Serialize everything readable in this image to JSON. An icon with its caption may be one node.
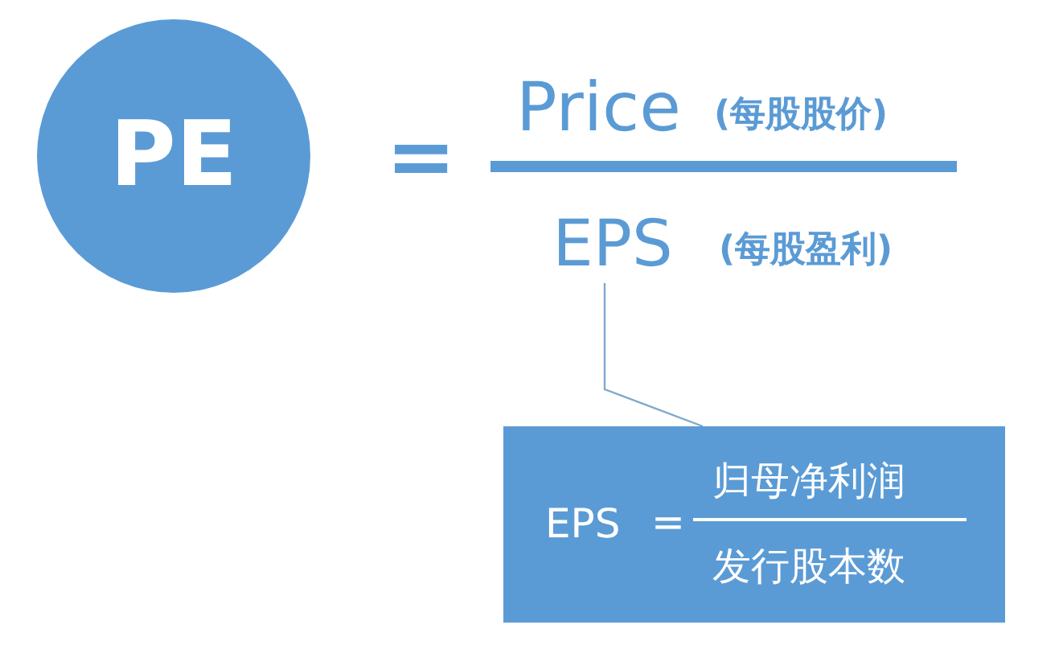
{
  "diagram": {
    "nodes": [
      {
        "text": [
          "PE"
        ]
      },
      {
        "text": [
          "EPS"
        ],
        "beside": [
          "(每股盈利)"
        ]
      },
      {
        "text": [
          "EPS",
          "=",
          "归母净利润",
          "发行股本数"
        ]
      }
    ],
    "edges": [
      {
        "from": 1,
        "to": 2,
        "arrow": "none"
      }
    ],
    "labels": [
      "=",
      "Price",
      "(每股股价)"
    ]
  }
}
